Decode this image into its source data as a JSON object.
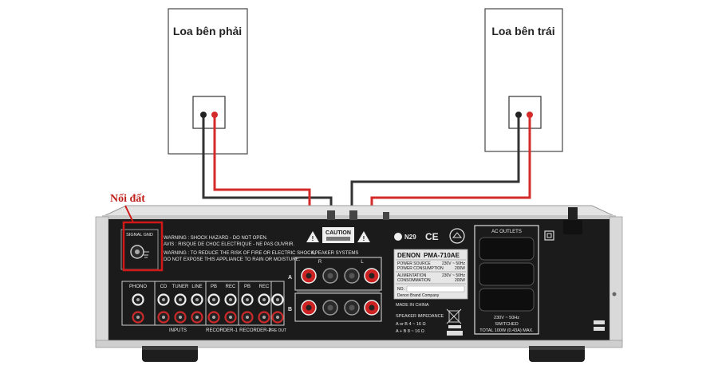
{
  "speakers": {
    "right": {
      "label": "Loa bên phải"
    },
    "left": {
      "label": "Loa bên trái"
    }
  },
  "ground_label": "Nối đất",
  "colors": {
    "positive_wire": "#d42a2a",
    "negative_wire": "#333333",
    "ground_box": "#d01818",
    "chassis": "#1b1b1b"
  },
  "panel": {
    "signal_gnd": "SIGNAL GND",
    "warning_1": "WARNING : SHOCK HAZARD - DO NOT OPEN.",
    "warning_2": "AVIS : RISQUE DE CHOC ELECTRIQUE - NE PAS OUVRIR.",
    "warning_3": "WARNING : TO REDUCE THE RISK OF FIRE OR ELECTRIC SHOCK,",
    "warning_4": "DO NOT EXPOSE THIS APPLIANCE TO RAIN OR MOISTURE.",
    "caution": "CAUTION",
    "speaker_systems": "SPEAKER SYSTEMS",
    "terminal_a": "A",
    "terminal_b": "B",
    "terminal_r": "R",
    "terminal_l": "L",
    "model_code": "N29",
    "ce": "CE",
    "brand": "DENON",
    "model": "PMA-710AE",
    "power_source": "POWER SOURCE",
    "power_source_val": "230V ~ 50Hz",
    "power_consumption": "POWER CONSUMPTION",
    "power_consumption_val": "200W",
    "alimentation": "ALIMENTATION",
    "alimentation_val": "230V ~ 50Hz",
    "consommation": "CONSOMMATION",
    "consommation_val": "200W",
    "no": "NO.",
    "company": "Denon Brand Company",
    "made_in": "MADE IN CHINA",
    "speaker_impedance": "SPEAKER IMPEDANCE",
    "imp_a": "A or B    4 ~ 16 Ω",
    "imp_ab": "A + B    8 ~ 16 Ω",
    "ac_outlets": "AC OUTLETS",
    "switched_1": "230V ~ 50Hz",
    "switched_2": "SWITCHED",
    "switched_3": "TOTAL 100W (0.43A) MAX.",
    "inputs": "INPUTS",
    "recorder_1": "RECORDER-1",
    "recorder_2": "RECORDER-2",
    "pre_out": "PRE OUT",
    "jack_labels": [
      "PHONO",
      "CD",
      "TUNER",
      "LINE",
      "PB",
      "REC",
      "PB",
      "REC"
    ]
  }
}
